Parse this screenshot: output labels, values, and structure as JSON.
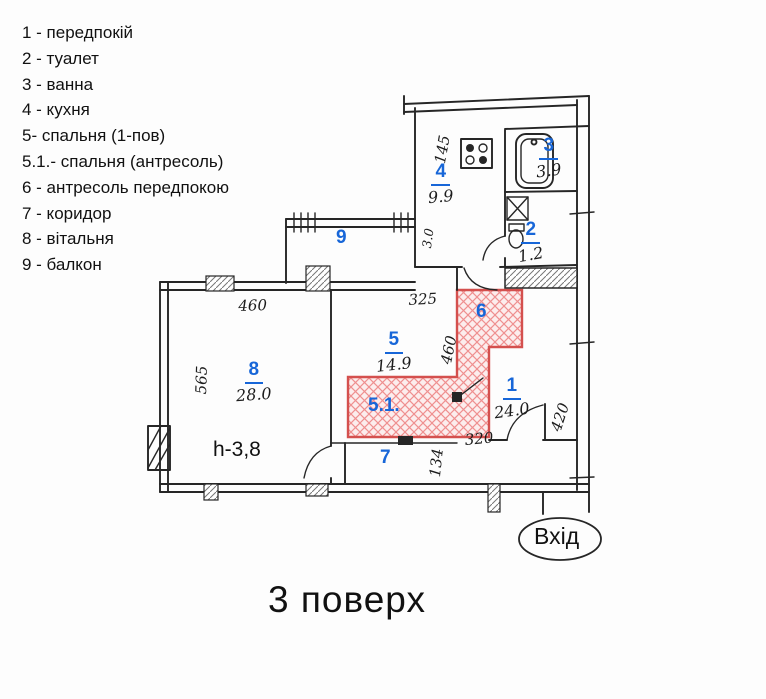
{
  "legend": {
    "items": [
      "1 - передпокій",
      "2 - туалет",
      "3 - ванна",
      "4 - кухня",
      "5- спальня (1-пов)",
      "5.1.- спальня (антресоль)",
      "6 - антресоль передпокою",
      "7 - коридор",
      "8 - вітальня",
      "9 - балкон"
    ]
  },
  "rooms": {
    "r1": {
      "number": "1",
      "area": "24.0"
    },
    "r2": {
      "number": "2",
      "area": "1.2"
    },
    "r3": {
      "number": "3",
      "area": "3.9"
    },
    "r4": {
      "number": "4",
      "area": "9.9"
    },
    "r5": {
      "number": "5",
      "area": "14.9"
    },
    "r51": {
      "number": "5.1."
    },
    "r6": {
      "number": "6"
    },
    "r7": {
      "number": "7"
    },
    "r8": {
      "number": "8",
      "area": "28.0"
    },
    "r9": {
      "number": "9"
    }
  },
  "dimensions": {
    "room8_top": "460",
    "room5_top": "325",
    "room5_right": "460",
    "hall_bottom": "320",
    "corridor_right": "134",
    "hall_right": "420",
    "room8_left": "565",
    "kitchen_left": "145",
    "kitchen_door": "3.0"
  },
  "notes": {
    "ceiling_height": "h-3,8"
  },
  "entrance": {
    "label": "Вхід"
  },
  "title": {
    "text": "3 поверх"
  },
  "colors": {
    "room_number_blue": "#1766d8",
    "hatch_red": "#d4504e",
    "ink": "#262626"
  }
}
